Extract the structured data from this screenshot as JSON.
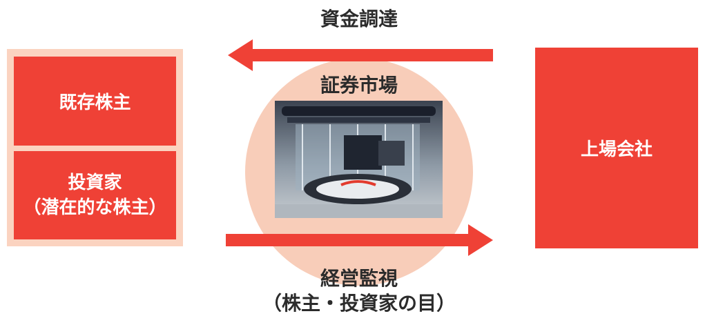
{
  "diagram": {
    "top_arrow_label": "資金調達",
    "bottom_arrow_label_line1": "経営監視",
    "bottom_arrow_label_line2": "（株主・投資家の目）",
    "market_label": "証券市場",
    "left_box_top": "既存株主",
    "left_box_bottom_line1": "投資家",
    "left_box_bottom_line2": "（潜在的な株主）",
    "right_box": "上場会社"
  },
  "colors": {
    "accent_red": "#ef4136",
    "light_peach": "#f8cdb9",
    "panel_bg": "#fbd3c0"
  },
  "icons": {
    "photo": "stock-exchange-photo"
  }
}
